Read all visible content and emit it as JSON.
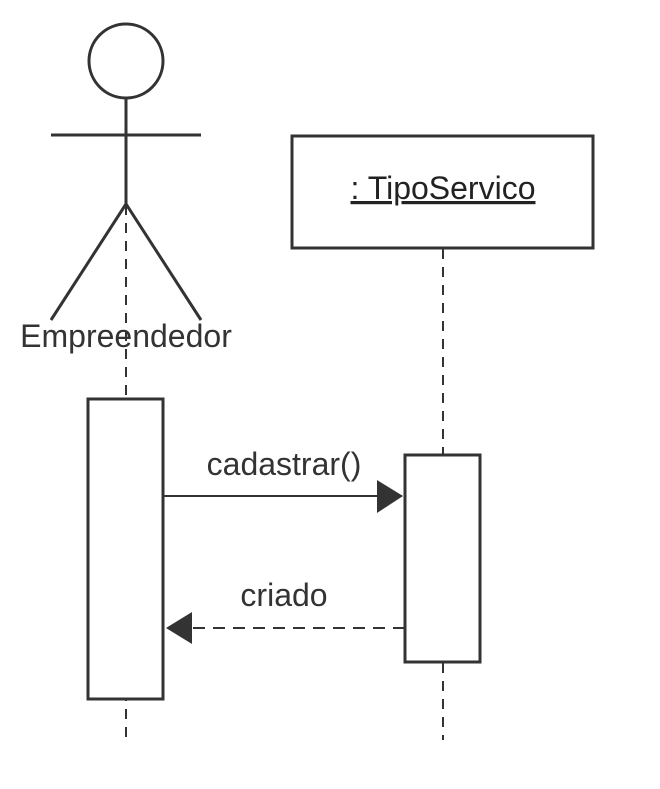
{
  "actor": {
    "name": "Empreendedor"
  },
  "object": {
    "name": ": TipoServico"
  },
  "messages": [
    {
      "label": "cadastrar()",
      "kind": "synchronous"
    },
    {
      "label": "criado",
      "kind": "return"
    }
  ],
  "colors": {
    "line": "#333333",
    "background": "#ffffff"
  }
}
